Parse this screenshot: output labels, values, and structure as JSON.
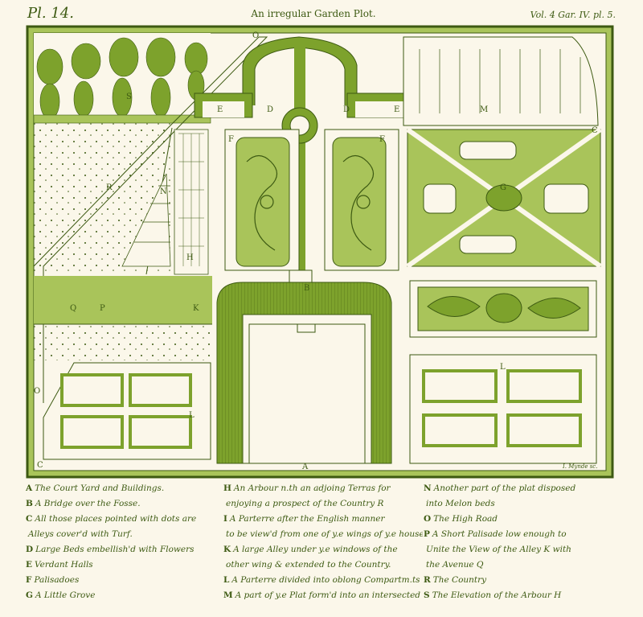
{
  "header": {
    "plate_number": "Pl. 14.",
    "title": "An irregular Garden Plot.",
    "reference": "Vol. 4 Gar. IV. pl. 5."
  },
  "engraver": "I. Mynde sc.",
  "colors": {
    "ink": "#3d5a12",
    "green": "#7da22c",
    "light_green": "#a9c45a",
    "paper": "#fbf7ea"
  },
  "plan_labels": [
    "S",
    "E",
    "D",
    "D",
    "E",
    "M",
    "F",
    "F",
    "R",
    "N",
    "G",
    "H",
    "B",
    "Q",
    "P",
    "K",
    "A",
    "L",
    "L",
    "O",
    "C",
    "C",
    "O"
  ],
  "legend": {
    "columns": [
      [
        {
          "key": "A",
          "text": "The Court Yard and Buildings."
        },
        {
          "key": "B",
          "text": "A Bridge over the Fosse."
        },
        {
          "key": "C",
          "text": "All those places pointed with dots are"
        },
        {
          "key": "",
          "text": "Alleys cover'd with Turf."
        },
        {
          "key": "D",
          "text": "Large Beds embellish'd with Flowers"
        },
        {
          "key": "E",
          "text": "Verdant Halls"
        },
        {
          "key": "F",
          "text": "Palisadoes"
        },
        {
          "key": "G",
          "text": "A Little Grove"
        }
      ],
      [
        {
          "key": "H",
          "text": "An Arbour n.th an adjoing Terras for"
        },
        {
          "key": "",
          "text": "enjoying a prospect of the Country  R"
        },
        {
          "key": "I",
          "text": "A Parterre after the English manner"
        },
        {
          "key": "",
          "text": "to be view'd from one of y.e wings of y.e house"
        },
        {
          "key": "K",
          "text": "A large Alley under y.e windows of the"
        },
        {
          "key": "",
          "text": "other wing & extended to the Country."
        },
        {
          "key": "L",
          "text": "A Parterre divided into oblong Compartm.ts"
        },
        {
          "key": "M",
          "text": "A part of y.e Plat form'd into an intersected Quar.r"
        }
      ],
      [
        {
          "key": "N",
          "text": "Another part of the plat disposed"
        },
        {
          "key": "",
          "text": "into Melon beds"
        },
        {
          "key": "O",
          "text": "The High Road"
        },
        {
          "key": "P",
          "text": "A Short Palisade low enough to"
        },
        {
          "key": "",
          "text": "Unite the View of the Alley K with"
        },
        {
          "key": "",
          "text": "the Avenue  Q"
        },
        {
          "key": "R",
          "text": "The Country"
        },
        {
          "key": "S",
          "text": "The Elevation of the Arbour  H"
        }
      ]
    ]
  }
}
